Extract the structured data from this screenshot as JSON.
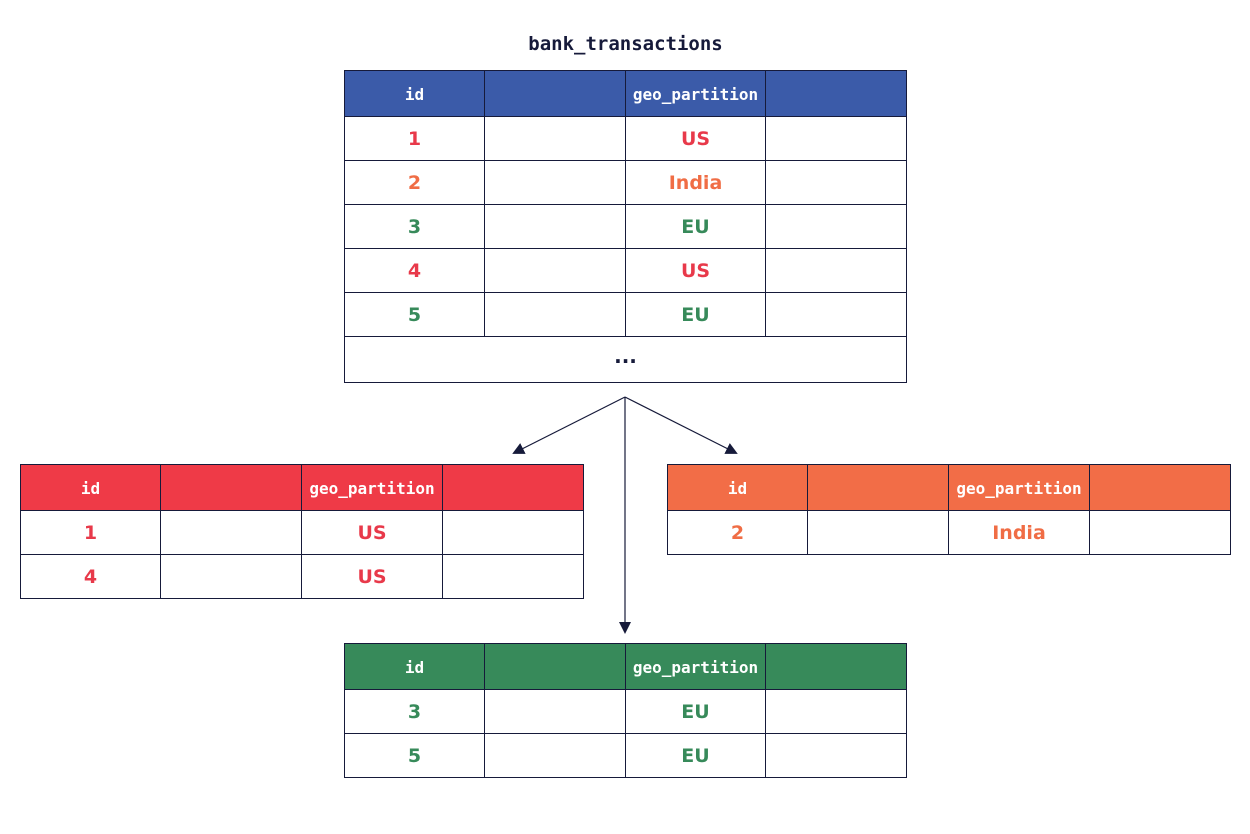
{
  "title": "bank_transactions",
  "colors": {
    "main_header": "#3b5ba9",
    "us": "#ef3a47",
    "india": "#f26d47",
    "eu": "#378a5a",
    "line": "#161a3a"
  },
  "headers": {
    "id": "id",
    "geo_partition": "geo_partition"
  },
  "main_table": {
    "rows": [
      {
        "id": "1",
        "geo": "US"
      },
      {
        "id": "2",
        "geo": "India"
      },
      {
        "id": "3",
        "geo": "EU"
      },
      {
        "id": "4",
        "geo": "US"
      },
      {
        "id": "5",
        "geo": "EU"
      }
    ],
    "ellipsis": "..."
  },
  "us_table": {
    "rows": [
      {
        "id": "1",
        "geo": "US"
      },
      {
        "id": "4",
        "geo": "US"
      }
    ]
  },
  "india_table": {
    "rows": [
      {
        "id": "2",
        "geo": "India"
      }
    ]
  },
  "eu_table": {
    "rows": [
      {
        "id": "3",
        "geo": "EU"
      },
      {
        "id": "5",
        "geo": "EU"
      }
    ]
  }
}
